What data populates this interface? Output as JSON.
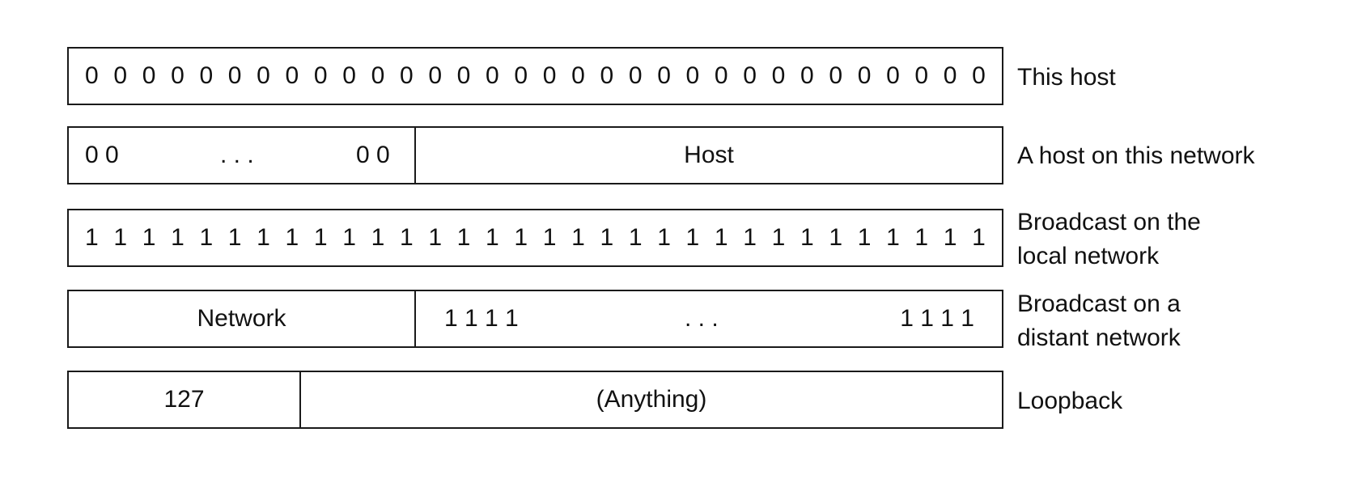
{
  "rows": [
    {
      "id": "this-host",
      "bits": "00000000000000000000000000000000",
      "label_lines": [
        "This host"
      ]
    },
    {
      "id": "host-on-this-network",
      "left_start": "0 0",
      "left_dots": ". . .",
      "left_end": "0 0",
      "right": "Host",
      "label_lines": [
        "A host on this network"
      ]
    },
    {
      "id": "broadcast-local",
      "bits": "11111111111111111111111111111111",
      "label_lines": [
        "Broadcast on the",
        "local network"
      ]
    },
    {
      "id": "broadcast-distant",
      "left": "Network",
      "right_start": "1 1 1 1",
      "right_dots": ". . .",
      "right_end": "1 1 1 1",
      "label_lines": [
        "Broadcast on a",
        "distant network"
      ]
    },
    {
      "id": "loopback",
      "left": "127",
      "right": "(Anything)",
      "label_lines": [
        "Loopback"
      ]
    }
  ]
}
